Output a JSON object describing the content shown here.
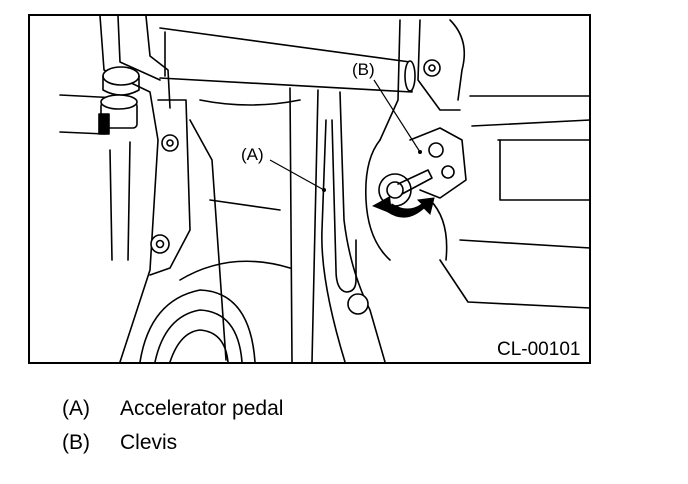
{
  "figure": {
    "id": "CL-00101",
    "callouts": {
      "a": "(A)",
      "b": "(B)"
    }
  },
  "legend": [
    {
      "key": "(A)",
      "label": "Accelerator pedal"
    },
    {
      "key": "(B)",
      "label": "Clevis"
    }
  ]
}
